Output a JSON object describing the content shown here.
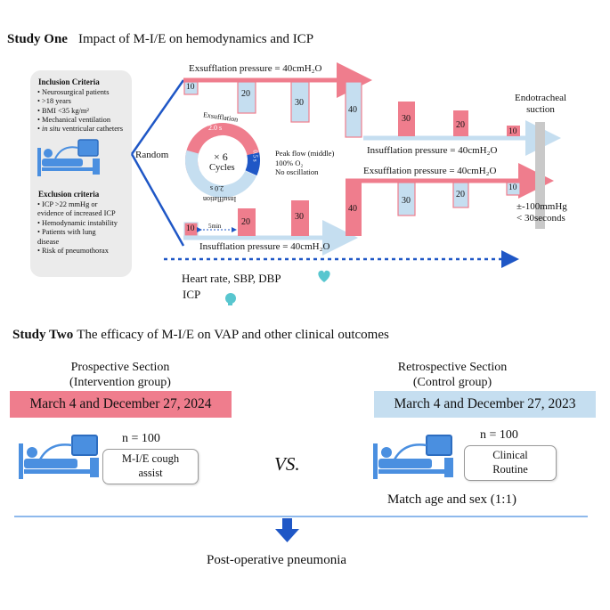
{
  "study_one": {
    "heading": "Study One",
    "subtitle": "Impact of M-I/E on hemodynamics and ICP"
  },
  "inclusion": {
    "title": "Inclusion Criteria",
    "items": [
      "Neurosurgical patients",
      ">18 years",
      "BMI <35 kg/m²",
      "Mechanical ventilation"
    ],
    "last_item_italic": "in situ",
    "last_item_rest": " ventricular catheters"
  },
  "exclusion": {
    "title": "Exclusion criteria",
    "lines": [
      "• ICP >22 mmHg or",
      "evidence of increased ICP",
      "• Hemodynamic instability",
      "• Patients with lung",
      "disease",
      "• Risk of pneumothorax"
    ]
  },
  "random_label": "Random",
  "cycle": {
    "exsufflation_label": "Exsufflation",
    "exsufflation_time": "2.0 s",
    "pause_time": "0.5 s",
    "insufflation_label": "Insufflation",
    "insufflation_time": "2.0 s",
    "center_top": "× 6",
    "center_bottom": "Cycles",
    "colors": {
      "exsufflation": "#ef7d8d",
      "insufflation": "#c5def0",
      "pause": "#1f57c6"
    }
  },
  "settings": [
    "Peak flow (middle)",
    "100% O₂",
    "No oscillation"
  ],
  "top_arm": {
    "exsufflation_label": "Exsufflation pressure = 40cmH₂O",
    "insufflation_label": "Insufflation pressure = 40cmH₂O",
    "bars_up": [
      "10",
      "20",
      "30",
      "40"
    ],
    "bars_down": [
      "30",
      "20",
      "10"
    ]
  },
  "bottom_arm": {
    "exsufflation_label": "Exsufflation pressure = 40cmH₂O",
    "insufflation_label": "Insufflation pressure = 40cmH₂O",
    "bars_up": [
      "10",
      "20",
      "30",
      "40"
    ],
    "bars_down": [
      "30",
      "20",
      "10"
    ],
    "interval": "5min"
  },
  "suction": {
    "title_line1": "Endotracheal",
    "title_line2": "suction",
    "note_line1": "±-100mmHg",
    "note_line2": "< 30seconds"
  },
  "monitoring": {
    "vitals": "Heart rate, SBP, DBP",
    "icp": "ICP"
  },
  "study_two": {
    "heading": "Study Two",
    "subtitle": "The efficacy of M-I/E on VAP and other clinical outcomes"
  },
  "prospective": {
    "title_line1": "Prospective Section",
    "title_line2": "(Intervention group)",
    "dates": "March 4 and December 27, 2024",
    "n": "n = 100",
    "treatment_line1": "M-I/E cough",
    "treatment_line2": "assist",
    "color": "#ef7d8d"
  },
  "versus": "VS.",
  "retrospective": {
    "title_line1": "Retrospective Section",
    "title_line2": "(Control group)",
    "dates": "March 4 and December 27, 2023",
    "n": "n = 100",
    "treatment_line1": "Clinical",
    "treatment_line2": "Routine",
    "match": "Match age and sex (1:1)",
    "color": "#c5def0"
  },
  "outcome": "Post-operative pneumonia",
  "palette": {
    "pink": "#ef7d8d",
    "light_blue": "#c5def0",
    "dark_blue": "#1f57c6",
    "patient_blue": "#4a8fe0"
  }
}
